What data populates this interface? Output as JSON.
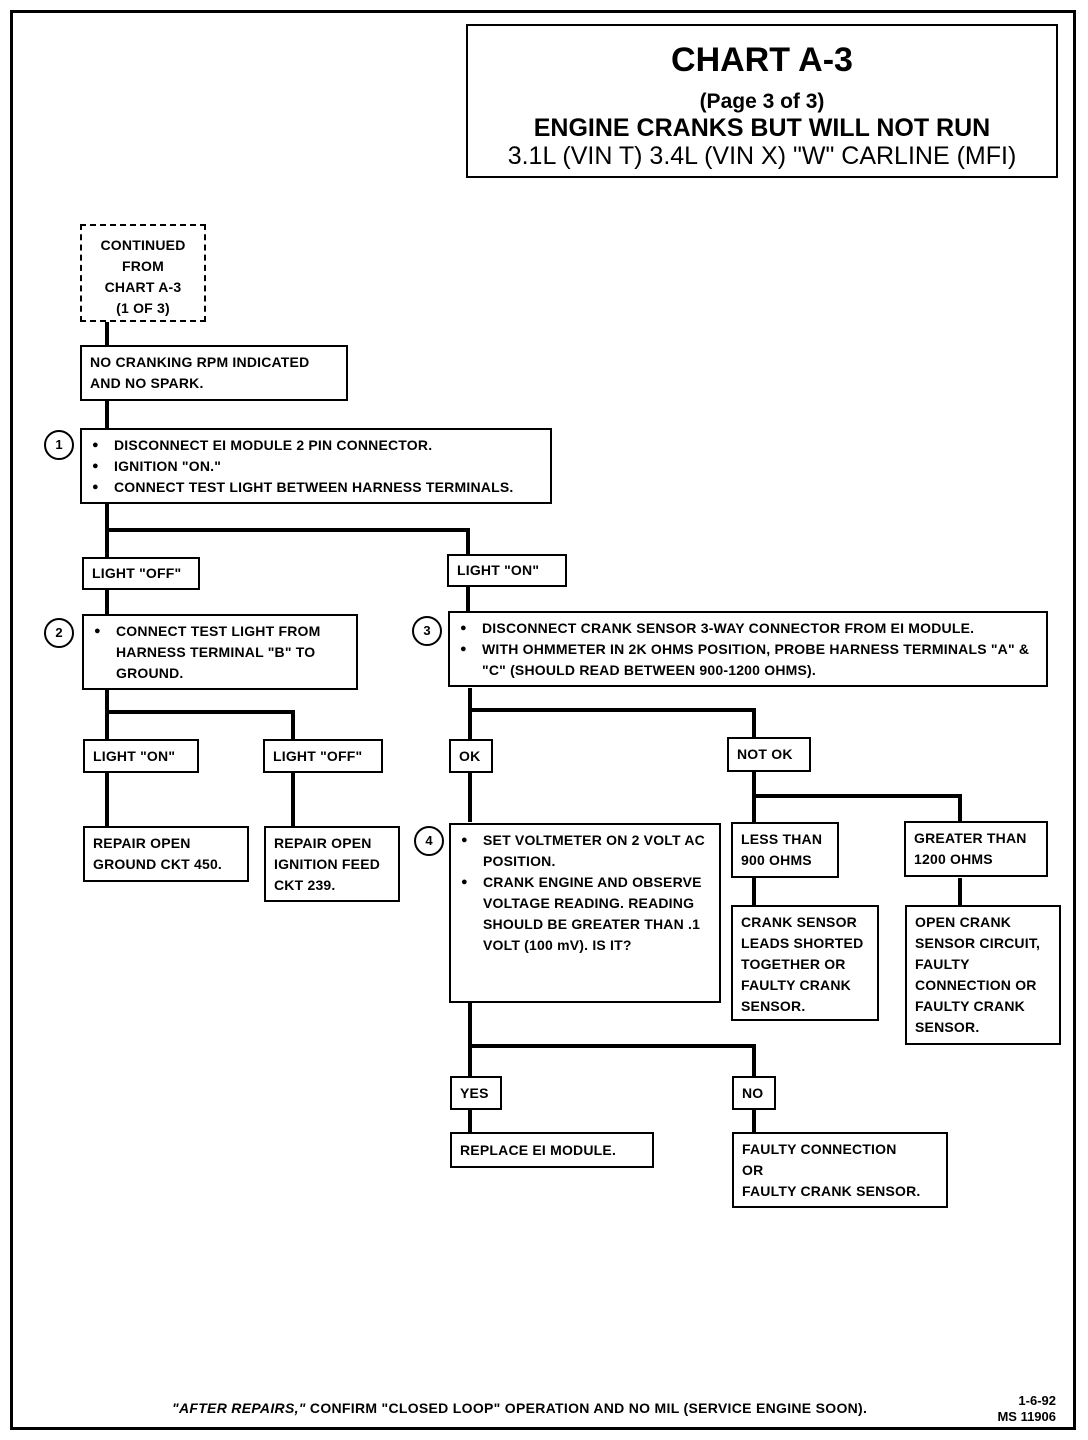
{
  "title": {
    "chart": "CHART A-3",
    "page": "(Page 3 of 3)",
    "heading": "ENGINE CRANKS BUT WILL NOT RUN",
    "subheading": "3.1L (VIN T) 3.4L (VIN X) \"W\" CARLINE (MFI)"
  },
  "nodes": {
    "continued": [
      "CONTINUED",
      "FROM",
      "CHART A-3",
      "(1 OF 3)"
    ],
    "no_cranking": "NO CRANKING RPM INDICATED AND NO SPARK.",
    "step1": {
      "num": "1",
      "items": [
        "DISCONNECT EI MODULE 2 PIN CONNECTOR.",
        "IGNITION \"ON.\"",
        "CONNECT TEST LIGHT BETWEEN HARNESS TERMINALS."
      ]
    },
    "light_off": "LIGHT \"OFF\"",
    "light_on": "LIGHT \"ON\"",
    "step2": {
      "num": "2",
      "items": [
        "CONNECT TEST LIGHT FROM HARNESS TERMINAL \"B\" TO GROUND."
      ]
    },
    "step3": {
      "num": "3",
      "items": [
        "DISCONNECT CRANK SENSOR 3-WAY CONNECTOR FROM EI MODULE.",
        "WITH OHMMETER IN 2K OHMS POSITION, PROBE HARNESS TERMINALS \"A\" & \"C\" (SHOULD READ BETWEEN 900-1200 OHMS)."
      ]
    },
    "s2_light_on": "LIGHT \"ON\"",
    "s2_light_off": "LIGHT \"OFF\"",
    "ok": "OK",
    "not_ok": "NOT OK",
    "repair_ground": "REPAIR OPEN GROUND CKT 450.",
    "repair_ignition": "REPAIR OPEN IGNITION FEED CKT 239.",
    "step4": {
      "num": "4",
      "items": [
        "SET VOLTMETER ON 2 VOLT AC POSITION.",
        "CRANK ENGINE AND OBSERVE VOLTAGE READING. READING SHOULD BE GREATER THAN .1 VOLT (100 mV). IS IT?"
      ]
    },
    "less_than": "LESS THAN 900 OHMS",
    "greater_than": "GREATER THAN 1200 OHMS",
    "crank_shorted": "CRANK SENSOR LEADS SHORTED TOGETHER OR FAULTY CRANK SENSOR.",
    "open_crank": "OPEN CRANK SENSOR CIRCUIT, FAULTY CONNECTION OR FAULTY CRANK SENSOR.",
    "yes": "YES",
    "no": "NO",
    "replace_ei": "REPLACE EI MODULE.",
    "faulty_conn": [
      "FAULTY CONNECTION",
      "OR",
      "FAULTY CRANK SENSOR."
    ]
  },
  "footer": {
    "after_repairs": "\"AFTER REPAIRS,\"",
    "rest": " CONFIRM \"CLOSED LOOP\" OPERATION AND NO MIL (SERVICE ENGINE SOON).",
    "date": "1-6-92",
    "ms": "MS 11906"
  }
}
